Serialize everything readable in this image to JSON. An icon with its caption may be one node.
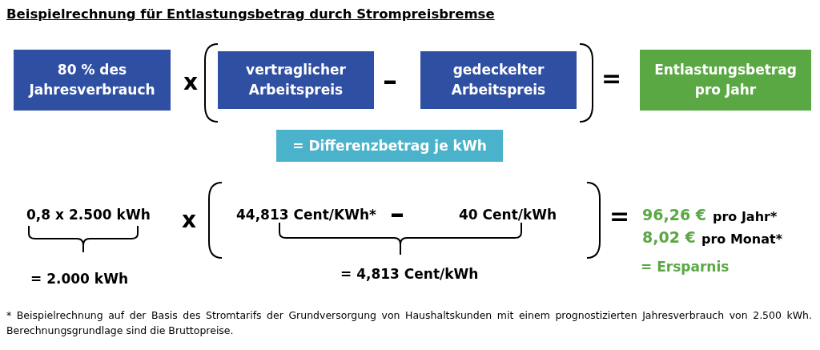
{
  "diagram": {
    "title": "Beispielrechnung für Entlastungsbetrag durch Strompreisbremse",
    "caption": "* Beispielrechnung auf der Basis des Stromtarifs der Grundversorgung von Haushaltskunden mit einem prognostizierten Jahresverbrauch von 2.500 kWh. Berechnungsgrundlage sind die Bruttopreise.",
    "nodes": [
      {
        "text": [
          "80 % des Jahresverbrauch"
        ]
      },
      {
        "text": [
          "vertraglicher Arbeitspreis"
        ]
      },
      {
        "text": [
          "gedeckelter Arbeitspreis"
        ]
      },
      {
        "text": [
          "Entlastungsbetrag pro Jahr"
        ]
      },
      {
        "text": [
          "= Differenzbetrag je kWh"
        ]
      }
    ],
    "edges": [],
    "labels": [
      "x",
      "–",
      "=",
      "0,8 x 2.500 kWh",
      "x",
      "44,813 Cent/KWh*",
      "–",
      "40 Cent/kWh",
      "=",
      "96,26 €",
      "pro Jahr*",
      "8,02 €",
      "pro Monat*",
      "= 2.000 kWh",
      "= 4,813 Cent/kWh",
      "= Ersparnis"
    ]
  }
}
